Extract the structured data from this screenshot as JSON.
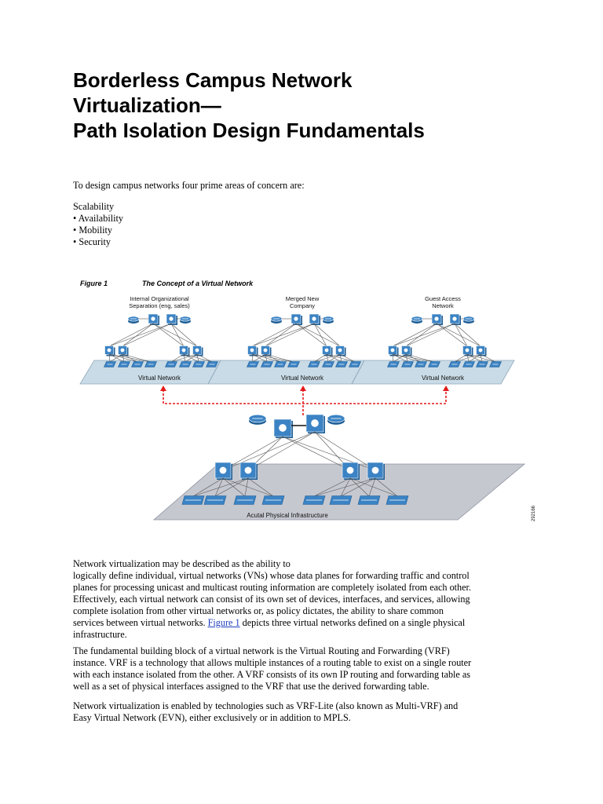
{
  "title_lines": [
    "Borderless Campus Network",
    "Virtualization—",
    "Path Isolation Design Fundamentals"
  ],
  "intro": "To design campus networks four prime areas of concern are:",
  "concerns": [
    "Scalability",
    "• Availability",
    "• Mobility",
    "• Security"
  ],
  "figure": {
    "number": "Figure 1",
    "caption": "The Concept of a Virtual Network",
    "networks": [
      {
        "title_lines": [
          "Internal Organizational",
          "Separation (eng, sales)"
        ],
        "plane_label": "Virtual Network"
      },
      {
        "title_lines": [
          "Merged New",
          "Company"
        ],
        "plane_label": "Virtual Network"
      },
      {
        "title_lines": [
          "Guest Access",
          "Network"
        ],
        "plane_label": "Virtual Network"
      }
    ],
    "physical_label": "Acutal Physical Infrastructure",
    "figure_id": "292166",
    "colors": {
      "plane": "#c9dbe6",
      "physical_plane": "#c6c8d0",
      "device": "#3b83c4",
      "dashed_link": "#e41b1b"
    }
  },
  "paragraph1_lines": [
    "Network virtualization may be described as the ability to",
    "logically define individual, virtual networks (VNs) whose data planes for forwarding traffic and control",
    "planes for processing unicast and multicast routing information are completely isolated from each other.",
    "Effectively, each virtual network can consist of its own set of devices, interfaces, and services, allowing",
    "complete isolation from other virtual networks or, as policy dictates, the ability to share common"
  ],
  "paragraph1_last": {
    "before": "services between virtual networks. ",
    "link": "Figure 1",
    "after": " depicts three virtual networks defined on a single physical"
  },
  "paragraph1_end": "infrastructure.",
  "paragraph2_lines": [
    "The fundamental building block of a virtual network is the Virtual Routing and Forwarding (VRF)",
    "instance. VRF is a technology that allows multiple instances of a routing table to exist on a single router",
    "with each instance isolated from the other. A VRF consists of its own IP routing and forwarding table as",
    "well as a set of physical interfaces assigned to the VRF that use the derived forwarding table."
  ],
  "paragraph3_lines": [
    "Network virtualization is enabled by technologies such as VRF-Lite (also known as Multi-VRF) and",
    "Easy Virtual Network (EVN), either exclusively or in addition to MPLS."
  ]
}
